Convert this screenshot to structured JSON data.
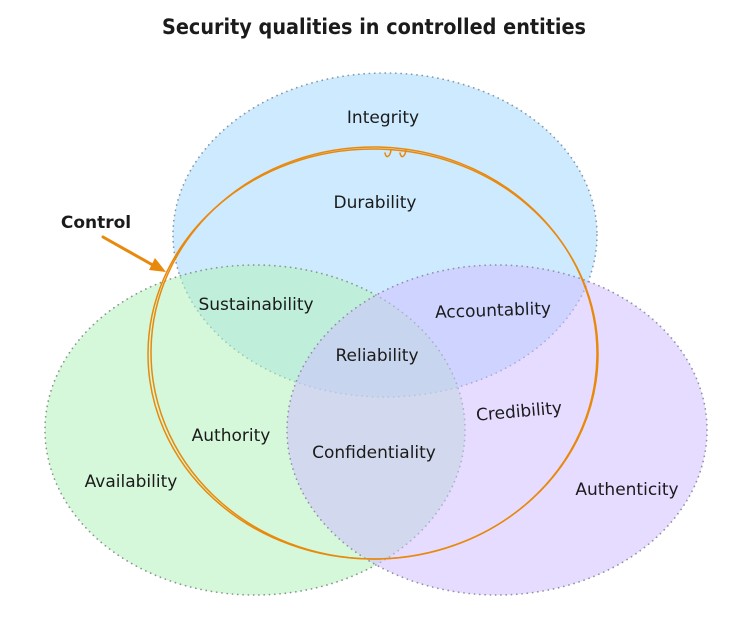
{
  "title": "Security qualities in controlled entities",
  "diagram": {
    "type": "venn",
    "sets": [
      {
        "id": "top",
        "fill": "#a5d8ff",
        "stroke": "#8298ab",
        "labels": [
          "Integrity",
          "Durability"
        ]
      },
      {
        "id": "left",
        "fill": "#b2f2bb",
        "stroke": "#87988a",
        "labels": [
          "Availability",
          "Authority"
        ]
      },
      {
        "id": "right",
        "fill": "#d0bfff",
        "stroke": "#948fa8",
        "labels": [
          "Authenticity",
          "Credibility"
        ]
      }
    ],
    "intersections": {
      "top_left": "Sustainability",
      "top_right": "Accountablity",
      "left_right": "Confidentiality",
      "center": "Reliability"
    },
    "labels": {
      "integrity": "Integrity",
      "durability": "Durability",
      "sustainability": "Sustainability",
      "accountablity": "Accountablity",
      "reliability": "Reliability",
      "confidentiality": "Confidentiality",
      "authority": "Authority",
      "credibility": "Credibility",
      "availability": "Availability",
      "authenticity": "Authenticity"
    },
    "control": {
      "label": "Control",
      "color": "#e8890c"
    },
    "text_color": "#1b1b1b"
  }
}
